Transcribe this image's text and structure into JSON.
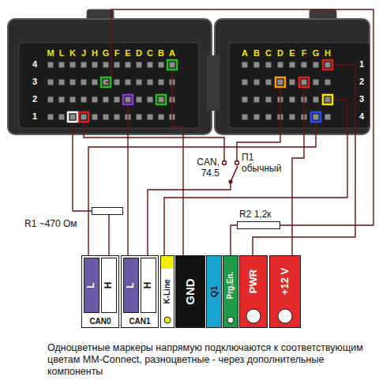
{
  "diagram": {
    "caption": "Одноцветные маркеры напрямую подключаются к соответствующим цветам MM-Connect, разноцветные - через дополнительные компоненты",
    "nodes": [
      {
        "text": [
          "CAN0"
        ]
      },
      {
        "text": [
          "L"
        ],
        "in": 0
      },
      {
        "text": [
          "H"
        ],
        "in": 0
      },
      {
        "text": [
          "CAN1"
        ]
      },
      {
        "text": [
          "L"
        ],
        "in": 3
      },
      {
        "text": [
          "H"
        ],
        "in": 3
      },
      {
        "text": [
          "K-Line"
        ]
      },
      {
        "text": [
          "GND"
        ]
      },
      {
        "text": [
          "Q1"
        ]
      },
      {
        "text": [
          "Prg.En."
        ]
      },
      {
        "text": [
          "PWR"
        ]
      },
      {
        "text": [
          "+12 V"
        ]
      },
      {
        "text": [
          "R1 ~470 Ом"
        ]
      },
      {
        "text": [
          "R2 1,2к"
        ]
      }
    ],
    "edges": [
      {
        "from": 12,
        "to": 2,
        "arrow": "none"
      },
      {
        "from": 13,
        "to": 9,
        "arrow": "none"
      }
    ],
    "labels": [
      "M",
      "L",
      "K",
      "J",
      "H",
      "G",
      "F",
      "E",
      "D",
      "C",
      "B",
      "A",
      "4",
      "3",
      "2",
      "1",
      "A",
      "B",
      "C",
      "D",
      "E",
      "F",
      "G",
      "H",
      "1",
      "2",
      "3",
      "4",
      "CAN, 74.5",
      "П1",
      "обычный"
    ]
  }
}
